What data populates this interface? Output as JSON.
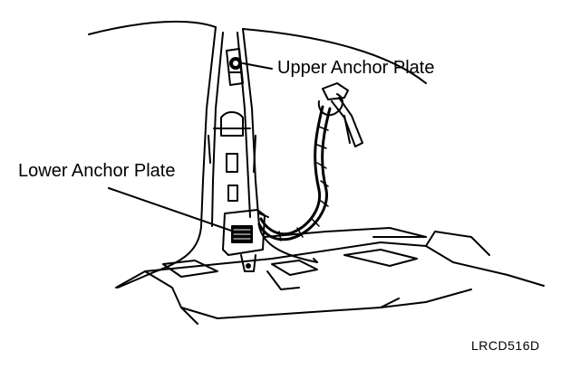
{
  "labels": {
    "upper_anchor_plate": "Upper Anchor Plate",
    "lower_anchor_plate": "Lower Anchor Plate"
  },
  "figure_code": "LRCD516D",
  "colors": {
    "ink": "#000000",
    "background": "#ffffff"
  }
}
